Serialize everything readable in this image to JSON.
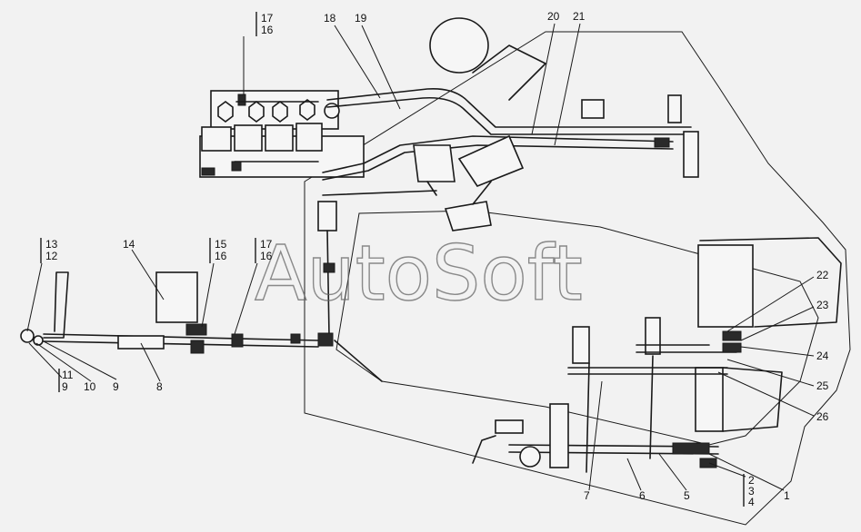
{
  "watermark": "AutoSoft",
  "callouts": {
    "c1": "1",
    "c2": "2",
    "c3": "3",
    "c4": "4",
    "c5": "5",
    "c6": "6",
    "c7": "7",
    "c8": "8",
    "c9a": "9",
    "c9b": "9",
    "c10": "10",
    "c11": "11",
    "c12": "12",
    "c13": "13",
    "c14": "14",
    "c15": "15",
    "c16a": "16",
    "c16b": "16",
    "c16c": "16",
    "c17a": "17",
    "c17b": "17",
    "c18": "18",
    "c19": "19",
    "c20": "20",
    "c21": "21",
    "c22": "22",
    "c23": "23",
    "c24": "24",
    "c25": "25",
    "c26": "26"
  }
}
